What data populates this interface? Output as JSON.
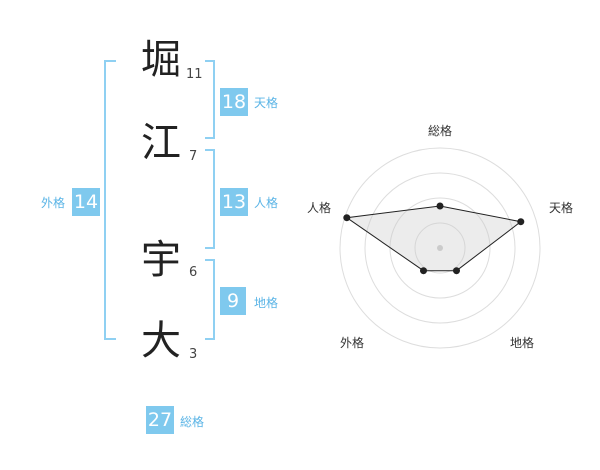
{
  "name": {
    "chars": [
      {
        "char": "堀",
        "strokes": "11"
      },
      {
        "char": "江",
        "strokes": "7"
      },
      {
        "char": "宇",
        "strokes": "6"
      },
      {
        "char": "大",
        "strokes": "3"
      }
    ]
  },
  "fortunes": {
    "tenkaku": {
      "value": "18",
      "label": "天格"
    },
    "jinkaku": {
      "value": "13",
      "label": "人格"
    },
    "chikaku": {
      "value": "9",
      "label": "地格"
    },
    "gaikaku": {
      "value": "14",
      "label": "外格"
    },
    "soukaku": {
      "value": "27",
      "label": "総格"
    }
  },
  "colors": {
    "accent": "#7fc9ee",
    "accent_text": "#5ab4e6",
    "bracket": "#8fd0f2"
  },
  "radar": {
    "axes": [
      "総格",
      "天格",
      "地格",
      "外格",
      "人格"
    ],
    "values": [
      0.42,
      0.85,
      0.28,
      0.28,
      0.98
    ]
  }
}
